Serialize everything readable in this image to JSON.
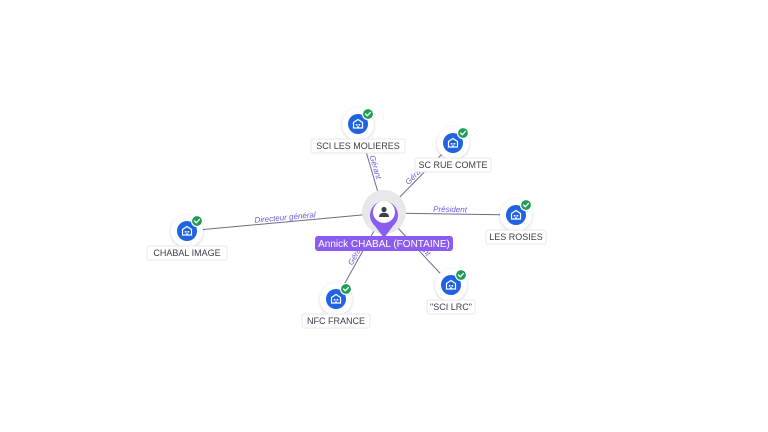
{
  "graph": {
    "center": {
      "name": "Annick CHABAL (FONTAINE)",
      "icon": "person-icon",
      "color": "#8a5cf0"
    },
    "companies": [
      {
        "id": "sci-les-molieres",
        "name": "SCI LES MOLIERES",
        "role": "Gérant",
        "verified": true
      },
      {
        "id": "sc-rue-comte",
        "name": "SC RUE COMTE",
        "role": "Gérant",
        "verified": true
      },
      {
        "id": "les-rosies",
        "name": "LES ROSIES",
        "role": "Président",
        "verified": true
      },
      {
        "id": "sci-lrc",
        "name": "\"SCI LRC\"",
        "role": "Gérant",
        "verified": true
      },
      {
        "id": "nfc-france",
        "name": "NFC FRANCE",
        "role": "Gérant",
        "verified": true
      },
      {
        "id": "chabal-image",
        "name": "CHABAL IMAGE",
        "role": "Directeur général",
        "verified": true
      }
    ],
    "colors": {
      "company_icon": "#1f63e0",
      "verified_badge": "#1f9d55",
      "edge": "#6b6f86",
      "edge_label": "#6f5bd8"
    }
  }
}
